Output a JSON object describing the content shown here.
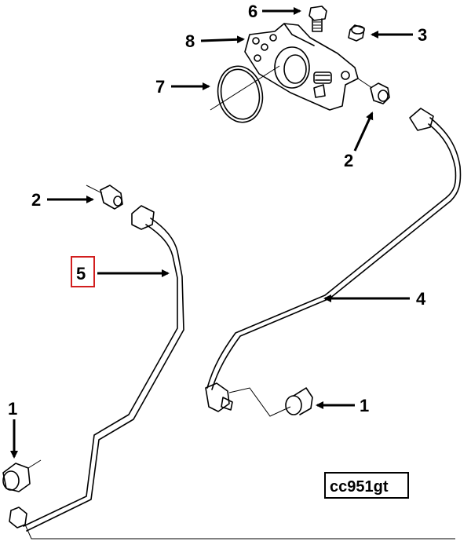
{
  "diagram": {
    "callouts": [
      {
        "id": "bolt",
        "label": "6"
      },
      {
        "id": "adapter",
        "label": "8"
      },
      {
        "id": "cap-top",
        "label": "3"
      },
      {
        "id": "oring",
        "label": "7"
      },
      {
        "id": "fitting-top",
        "label": "2"
      },
      {
        "id": "fitting-left",
        "label": "2"
      },
      {
        "id": "pipe-left",
        "label": "5"
      },
      {
        "id": "pipe-right",
        "label": "4"
      },
      {
        "id": "cap-left",
        "label": "1"
      },
      {
        "id": "cap-right",
        "label": "1"
      }
    ],
    "reference_code": "cc951gt"
  }
}
